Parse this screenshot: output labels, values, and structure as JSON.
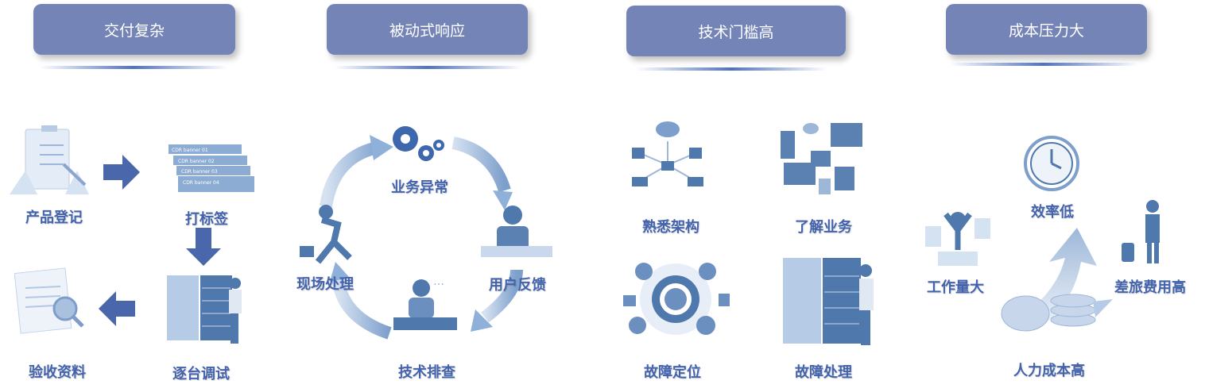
{
  "sections": [
    {
      "title": "交付复杂",
      "steps": [
        "产品登记",
        "打标签",
        "逐台调试",
        "验收资料"
      ],
      "banners": [
        "CDR banner 01",
        "CDR banner 02",
        "CDR banner 03",
        "CDR banner 04"
      ]
    },
    {
      "title": "被动式响应",
      "steps": [
        "业务异常",
        "用户反馈",
        "技术排查",
        "现场处理"
      ]
    },
    {
      "title": "技术门槛高",
      "steps": [
        "熟悉架构",
        "了解业务",
        "故障定位",
        "故障处理"
      ]
    },
    {
      "title": "成本压力大",
      "steps": [
        "效率低",
        "工作量大",
        "差旅费用高",
        "人力成本高"
      ]
    }
  ],
  "colors": {
    "header": "#7484b6",
    "label": "#4363ad",
    "arrow": "#4a67ab",
    "illustration": "#9db7d8"
  }
}
